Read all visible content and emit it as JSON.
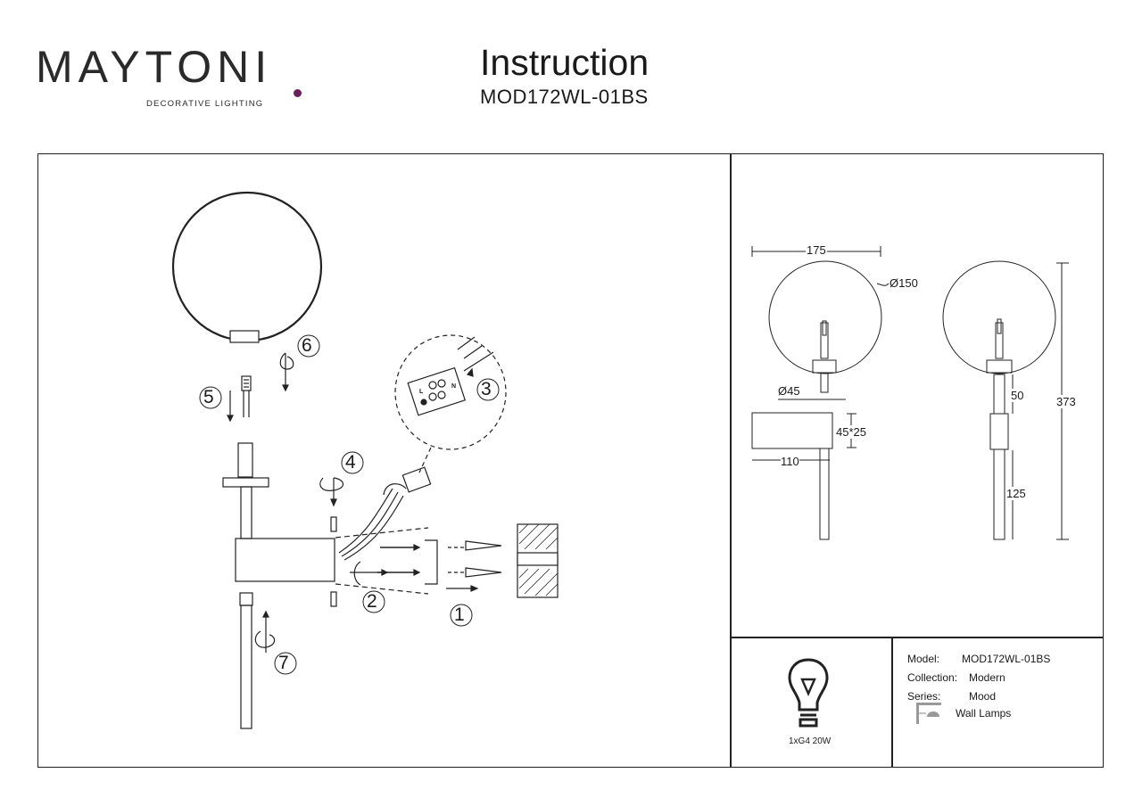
{
  "header": {
    "brand": "MAYTONI",
    "brand_tagline": "DECORATIVE LIGHTING",
    "brand_accent_color": "#6b1f5e",
    "title": "Instruction",
    "model_code": "MOD172WL-01BS"
  },
  "assembly": {
    "steps": [
      "1",
      "2",
      "3",
      "4",
      "5",
      "6",
      "7"
    ],
    "terminal_labels": [
      "L",
      "N"
    ]
  },
  "dimensions": {
    "width_175": "175",
    "diameter_150": "Ø150",
    "diameter_45": "Ø45",
    "base_45x25": "45*25",
    "length_110": "110",
    "height_50": "50",
    "height_125": "125",
    "height_373": "373"
  },
  "bulb": {
    "icon": "light-bulb-icon",
    "label": "1xG4 20W"
  },
  "specs": {
    "model_label": "Model:",
    "model_value": "MOD172WL-01BS",
    "collection_label": "Collection:",
    "collection_value": "Modern",
    "series_label": "Series:",
    "series_value": "Mood",
    "type_icon": "wall-lamp-icon",
    "type_value": "Wall Lamps"
  }
}
